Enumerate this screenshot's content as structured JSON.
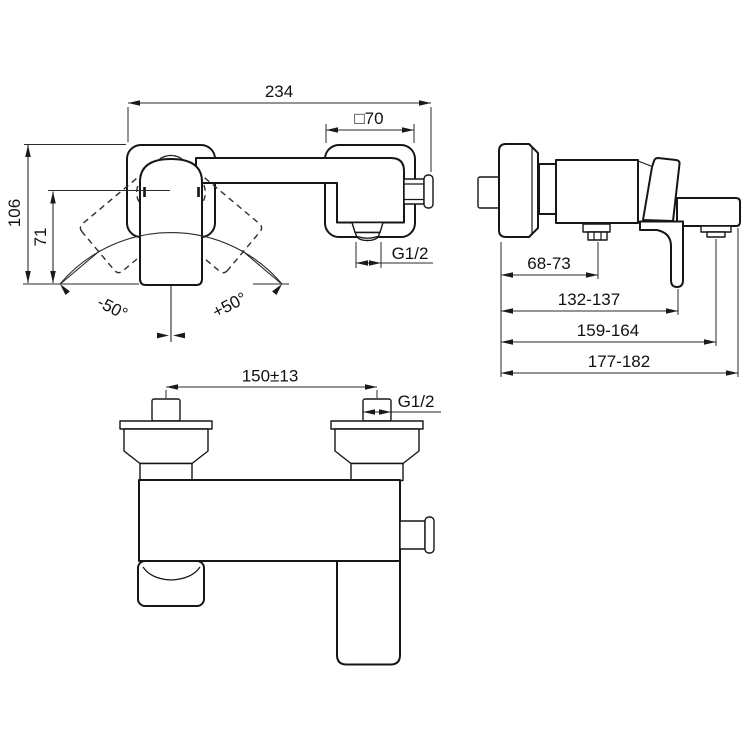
{
  "page": {
    "background": "#ffffff",
    "line_color": "#1a1a1a"
  },
  "drawing": {
    "type": "technical-drawing",
    "subject": "wall-mounted single-lever shower mixer, dimensioned orthographic views",
    "front_view": {
      "overall_width": "234",
      "escutcheon_size": "□70",
      "outlet_thread": "G1/2",
      "height_overall": "106",
      "height_to_handle_axis": "71",
      "handle_swing_left": "-50°",
      "handle_swing_right": "+50°"
    },
    "side_view": {
      "wall_to_outlet": "68-73",
      "wall_to_lever": "132-137",
      "wall_to_aerator": "159-164",
      "wall_to_spout_end": "177-182"
    },
    "top_view": {
      "inlet_spacing": "150±13",
      "inlet_thread": "G1/2"
    }
  }
}
